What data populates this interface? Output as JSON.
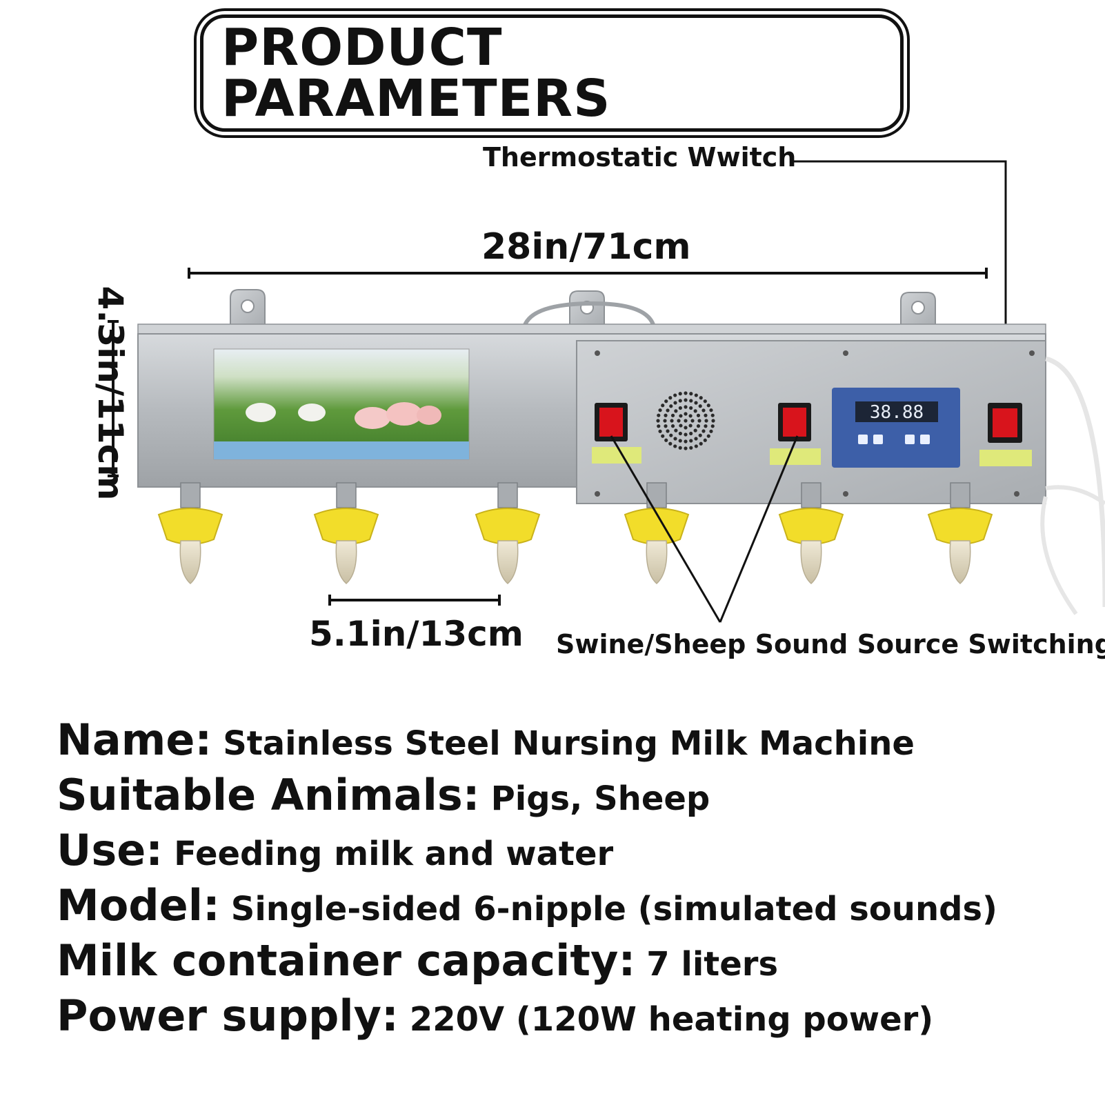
{
  "title": "PRODUCT PARAMETERS",
  "annotations": {
    "thermostatic_switch": "Thermostatic Wwitch",
    "width": "28in/71cm",
    "height": "4.3in/11cm",
    "nipple_spacing": "5.1in/13cm",
    "sound_switch": "Swine/Sheep Sound Source Switching"
  },
  "display_digits": "38.88",
  "specs": [
    {
      "label": "Name:",
      "value": "Stainless Steel Nursing Milk Machine"
    },
    {
      "label": "Suitable Animals:",
      "value": "Pigs, Sheep"
    },
    {
      "label": "Use:",
      "value": "Feeding milk and water"
    },
    {
      "label": "Model:",
      "value": "Single-sided 6-nipple (simulated sounds)"
    },
    {
      "label": "Milk container capacity:",
      "value": "7 liters"
    },
    {
      "label": "Power supply:",
      "value": "220V (120W heating power)"
    }
  ],
  "colors": {
    "steel": "#b8bcc0",
    "nipple_yellow": "#f2dd2a",
    "switch_red": "#d8141c",
    "panel_blue": "#3d5fa8",
    "sticker_green": "#dfe97a"
  }
}
